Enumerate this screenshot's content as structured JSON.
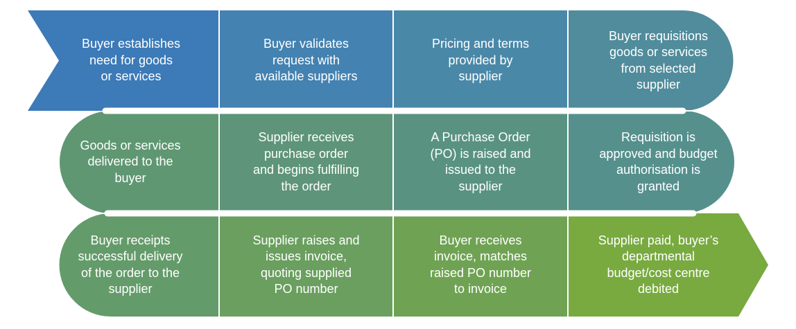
{
  "steps": [
    {
      "row": 0,
      "col": 0,
      "label": "Buyer establishes\nneed for goods\nor services",
      "color": "#3c7ab8"
    },
    {
      "row": 0,
      "col": 1,
      "label": "Buyer validates\nrequest with\navailable suppliers",
      "color": "#4382b1"
    },
    {
      "row": 0,
      "col": 2,
      "label": "Pricing and terms\nprovided by\nsupplier",
      "color": "#4a88a8"
    },
    {
      "row": 0,
      "col": 3,
      "label": "Buyer requisitions\ngoods or services\nfrom selected\nsupplier",
      "color": "#508c9b"
    },
    {
      "row": 1,
      "col": 3,
      "label": "Requisition is\napproved and budget\nauthorisation is\ngranted",
      "color": "#56908d"
    },
    {
      "row": 1,
      "col": 2,
      "label": "A Purchase Order\n(PO) is raised and\nissued to the\nsupplier",
      "color": "#5a9282"
    },
    {
      "row": 1,
      "col": 1,
      "label": "Supplier receives\npurchase order\nand begins fulfilling\nthe order",
      "color": "#5e9479"
    },
    {
      "row": 1,
      "col": 0,
      "label": "Goods or services\ndelivered to the\nbuyer",
      "color": "#5f9772"
    },
    {
      "row": 2,
      "col": 0,
      "label": "Buyer receipts\nsuccessful delivery\nof the order to the\nsupplier",
      "color": "#649b6a"
    },
    {
      "row": 2,
      "col": 1,
      "label": "Supplier raises and\nissues invoice,\nquoting supplied\nPO number",
      "color": "#6a9f5f"
    },
    {
      "row": 2,
      "col": 2,
      "label": "Buyer receives\ninvoice, matches\nraised PO number\nto invoice",
      "color": "#6fa353"
    },
    {
      "row": 2,
      "col": 3,
      "label": "Supplier paid, buyer’s\ndepartmental\nbudget/cost centre\ndebited",
      "color": "#78aa40"
    }
  ]
}
